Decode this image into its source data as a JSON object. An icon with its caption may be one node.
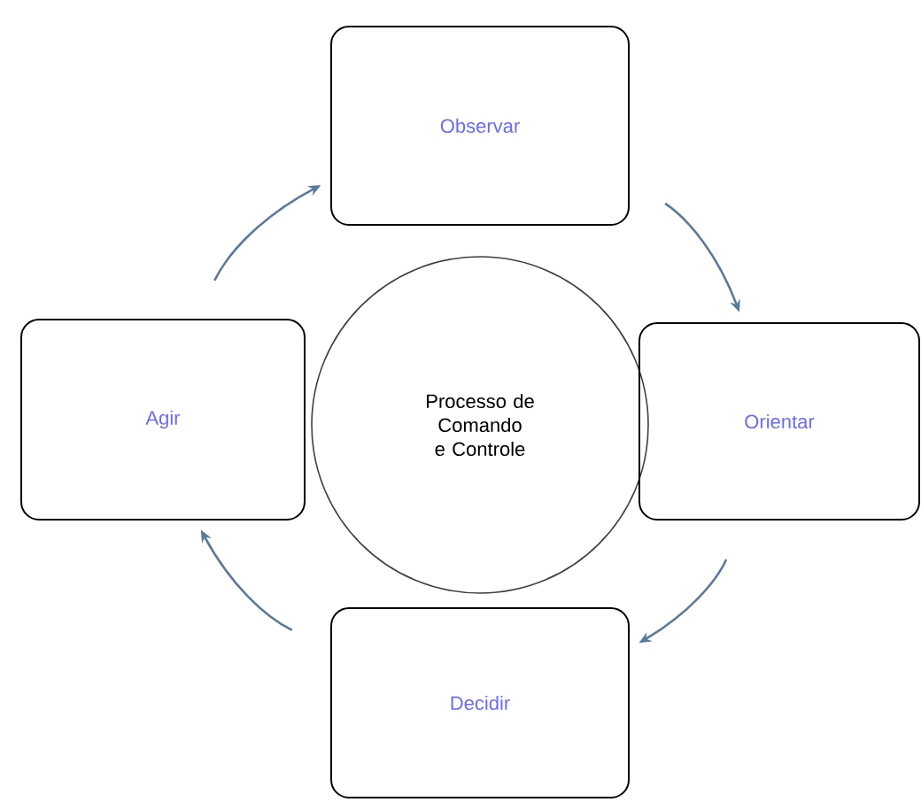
{
  "diagram": {
    "nodes": [
      {
        "text": [
          "Processo de Comando e Controle"
        ]
      },
      {
        "text": [
          "Observar"
        ]
      },
      {
        "text": [
          "Orientar"
        ]
      },
      {
        "text": [
          "Decidir"
        ]
      },
      {
        "text": [
          "Agir"
        ]
      }
    ],
    "edges": [
      {
        "from": 4,
        "to": 1,
        "arrow": "to"
      },
      {
        "from": 1,
        "to": 2,
        "arrow": "to"
      },
      {
        "from": 2,
        "to": 3,
        "arrow": "to"
      },
      {
        "from": 3,
        "to": 4,
        "arrow": "to"
      }
    ]
  }
}
